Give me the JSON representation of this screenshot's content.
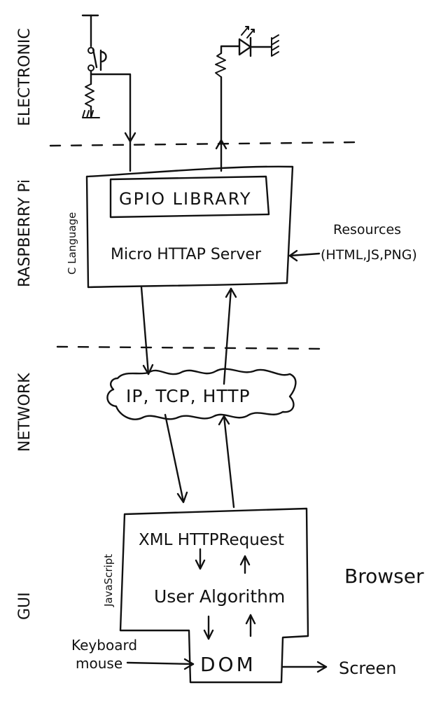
{
  "layers": {
    "electronic": "ELECTRONIC",
    "raspberry_pi": "RASPBERRY Pi",
    "network": "NETWORK",
    "gui": "GUI"
  },
  "raspberry": {
    "gpio_library": "GPIO LIBRARY",
    "server": "Micro HTTAP Server",
    "language": "C Language",
    "resources_title": "Resources",
    "resources_list": "(HTML,JS,PNG)"
  },
  "network": {
    "protocols": "IP, TCP, HTTP"
  },
  "gui": {
    "language": "JavaScript",
    "xhr": "XML HTTPRequest",
    "algorithm": "User Algorithm",
    "dom": "DOM",
    "browser": "Browser",
    "input_line1": "Keyboard",
    "input_line2": "mouse",
    "output": "Screen"
  }
}
